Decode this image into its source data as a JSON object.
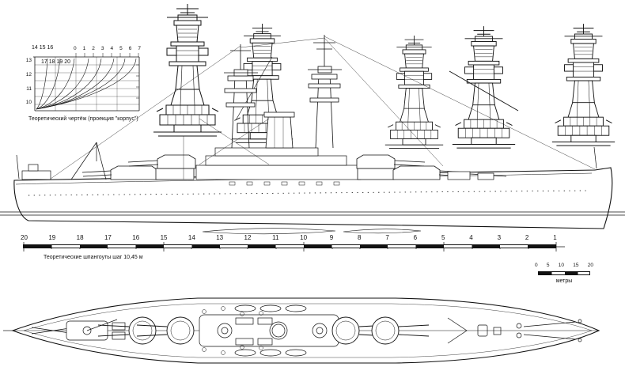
{
  "colors": {
    "ink": "#111111",
    "paper": "#ffffff"
  },
  "hull_lines": {
    "caption": "Теоретический чертёж (проекция \"корпус\")",
    "frame_numbers_row1": "14 15 16",
    "frame_numbers_row2": "17 18 19 20",
    "top_scale": [
      "0",
      "1",
      "2",
      "3",
      "4",
      "5",
      "6",
      "7"
    ],
    "waterline_numbers": [
      "13",
      "12",
      "11",
      "10"
    ]
  },
  "station_ruler": {
    "numbers": [
      "20",
      "19",
      "18",
      "17",
      "16",
      "15",
      "14",
      "13",
      "12",
      "11",
      "10",
      "9",
      "8",
      "7",
      "6",
      "5",
      "4",
      "3",
      "2",
      "1"
    ],
    "caption": "Теоретические шпангоуты шаг 10,45 м"
  },
  "scale_bar": {
    "ticks": [
      "0",
      "5",
      "10",
      "15",
      "20"
    ],
    "unit": "метры"
  }
}
